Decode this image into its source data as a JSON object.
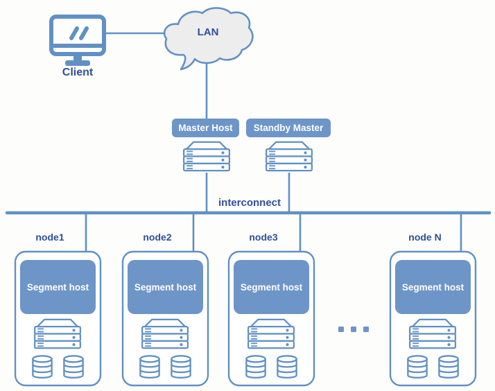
{
  "diagram": {
    "client_label": "Client",
    "lan_label": "LAN",
    "master_badge": "Master Host",
    "standby_badge": "Standby Master",
    "interconnect_label": "interconnect",
    "nodes": [
      {
        "label": "node1",
        "segment": "Segment host"
      },
      {
        "label": "node2",
        "segment": "Segment host"
      },
      {
        "label": "node3",
        "segment": "Segment host"
      },
      {
        "label": "node N",
        "segment": "Segment host"
      }
    ],
    "icons": {
      "client": "monitor-icon",
      "lan": "cloud-icon",
      "hosts": "server-rack-icon",
      "storage": "database-cylinder-icon",
      "more_nodes": "ellipsis-icon"
    },
    "colors": {
      "primary_stroke": "#6190c4",
      "badge_fill": "#6d95c7",
      "dark_text": "#2e4f99",
      "cloud_fill": "#ededee",
      "background": "#fdfdfb"
    }
  }
}
